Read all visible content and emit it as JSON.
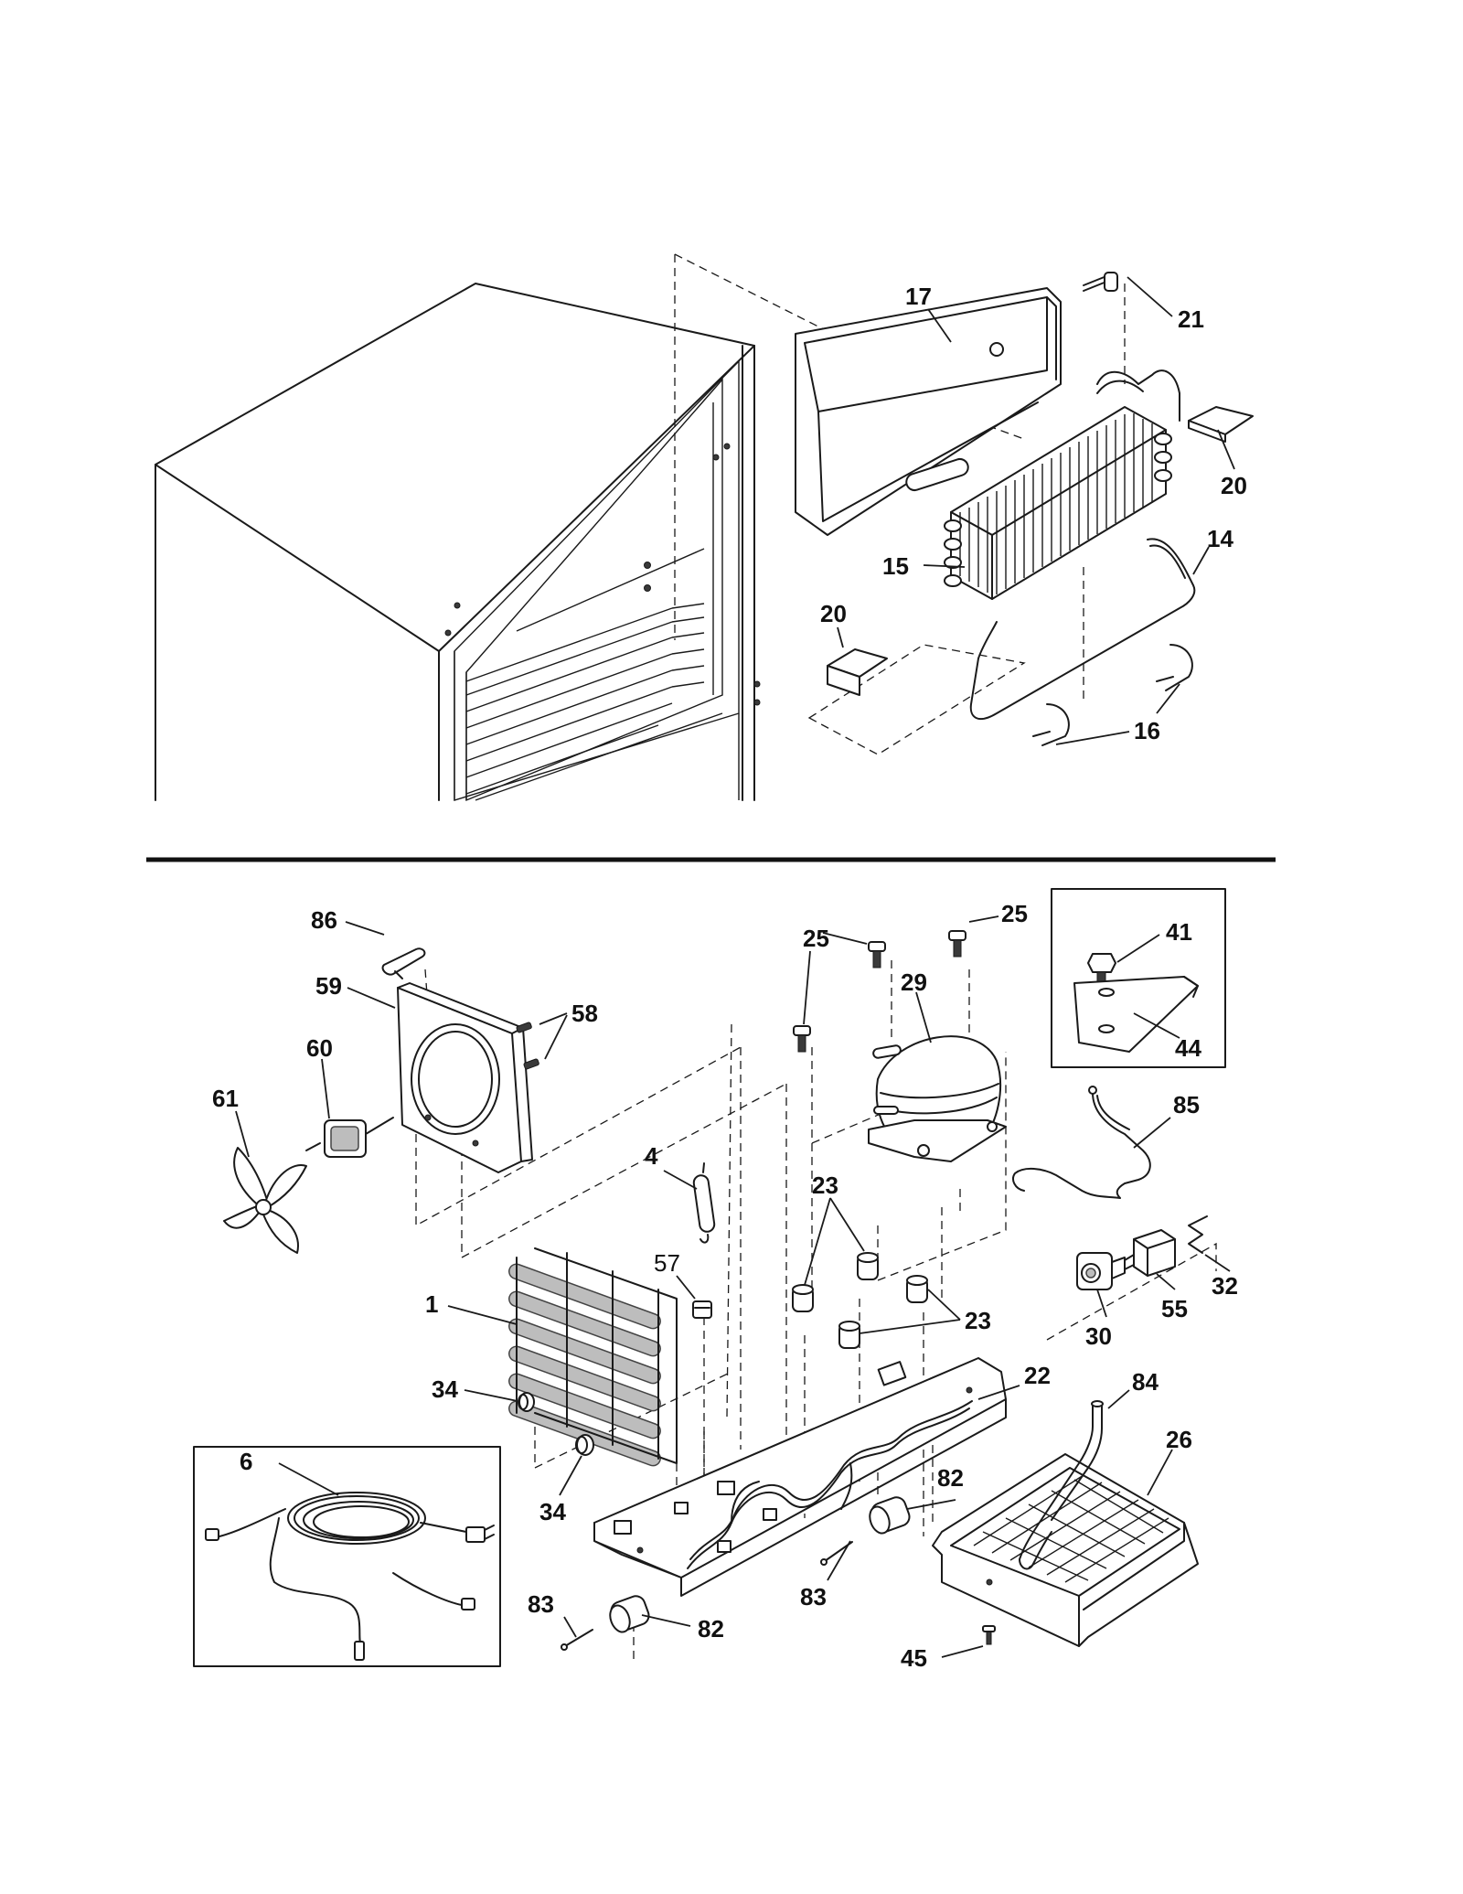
{
  "labels": {
    "p17": "17",
    "p21": "21",
    "p20a": "20",
    "p20b": "20",
    "p15": "15",
    "p14": "14",
    "p16": "16",
    "p86": "86",
    "p59": "59",
    "p58": "58",
    "p60": "60",
    "p61": "61",
    "p4": "4",
    "p57": "57",
    "p1": "1",
    "p34a": "34",
    "p34b": "34",
    "p6": "6",
    "p25a": "25",
    "p25b": "25",
    "p29": "29",
    "p23a": "23",
    "p23b": "23",
    "p22": "22",
    "p41": "41",
    "p44": "44",
    "p85": "85",
    "p32": "32",
    "p55": "55",
    "p30": "30",
    "p84": "84",
    "p26": "26",
    "p82a": "82",
    "p82b": "82",
    "p83a": "83",
    "p83b": "83",
    "p45": "45"
  }
}
